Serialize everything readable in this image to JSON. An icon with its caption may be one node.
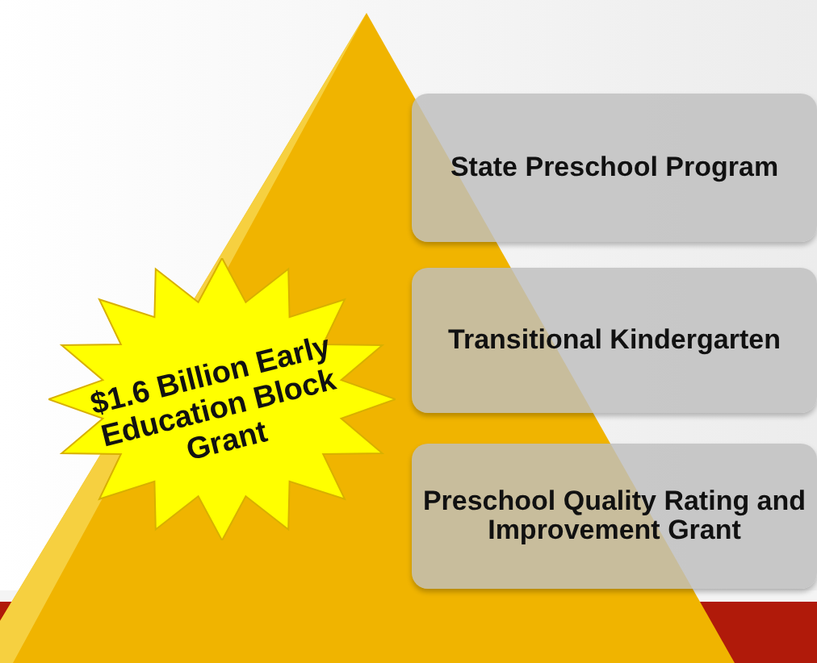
{
  "diagram": {
    "nodes": [
      {
        "text": [
          "$1.6 Billion Early Education Block Grant"
        ]
      },
      {
        "text": [
          "State Preschool Program"
        ]
      },
      {
        "text": [
          "Transitional Kindergarten"
        ]
      },
      {
        "text": [
          "Preschool Quality Rating and Improvement Grant"
        ]
      }
    ],
    "edges": []
  }
}
